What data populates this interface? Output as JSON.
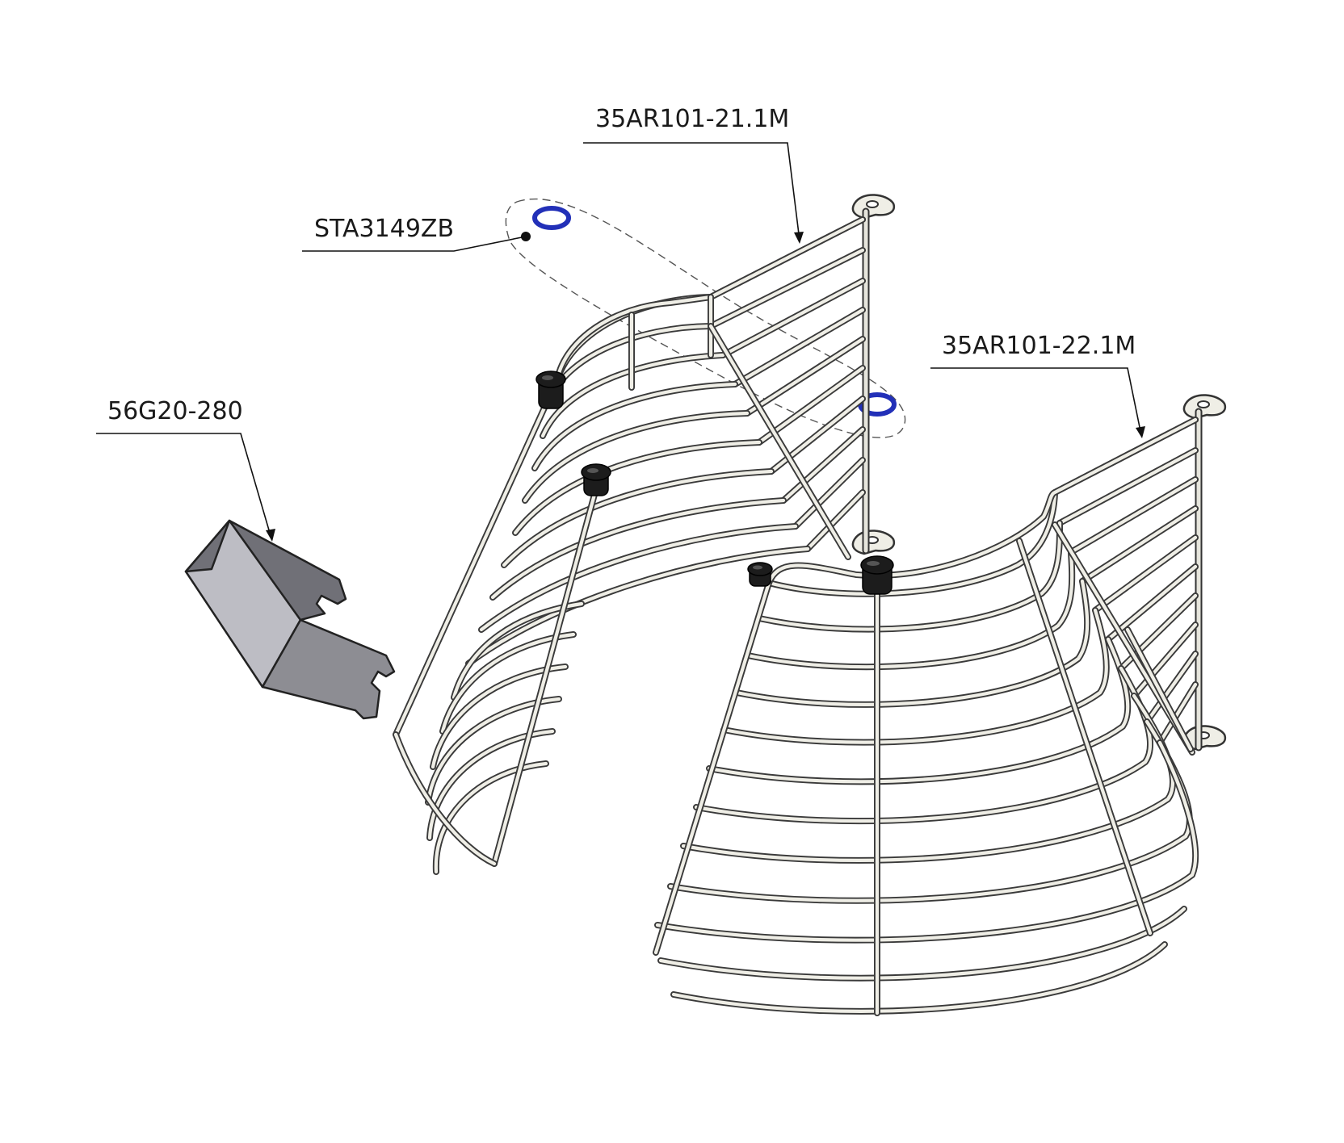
{
  "labels": {
    "ring": "STA3149ZB",
    "left_guard": "35AR101-21.1M",
    "right_guard": "35AR101-22.1M",
    "bracket": "56G20-280"
  },
  "colors": {
    "ring": "#2230b8",
    "wire": "#efeee6",
    "bracket": "#8d8d93",
    "knob": "#1c1c1c"
  }
}
